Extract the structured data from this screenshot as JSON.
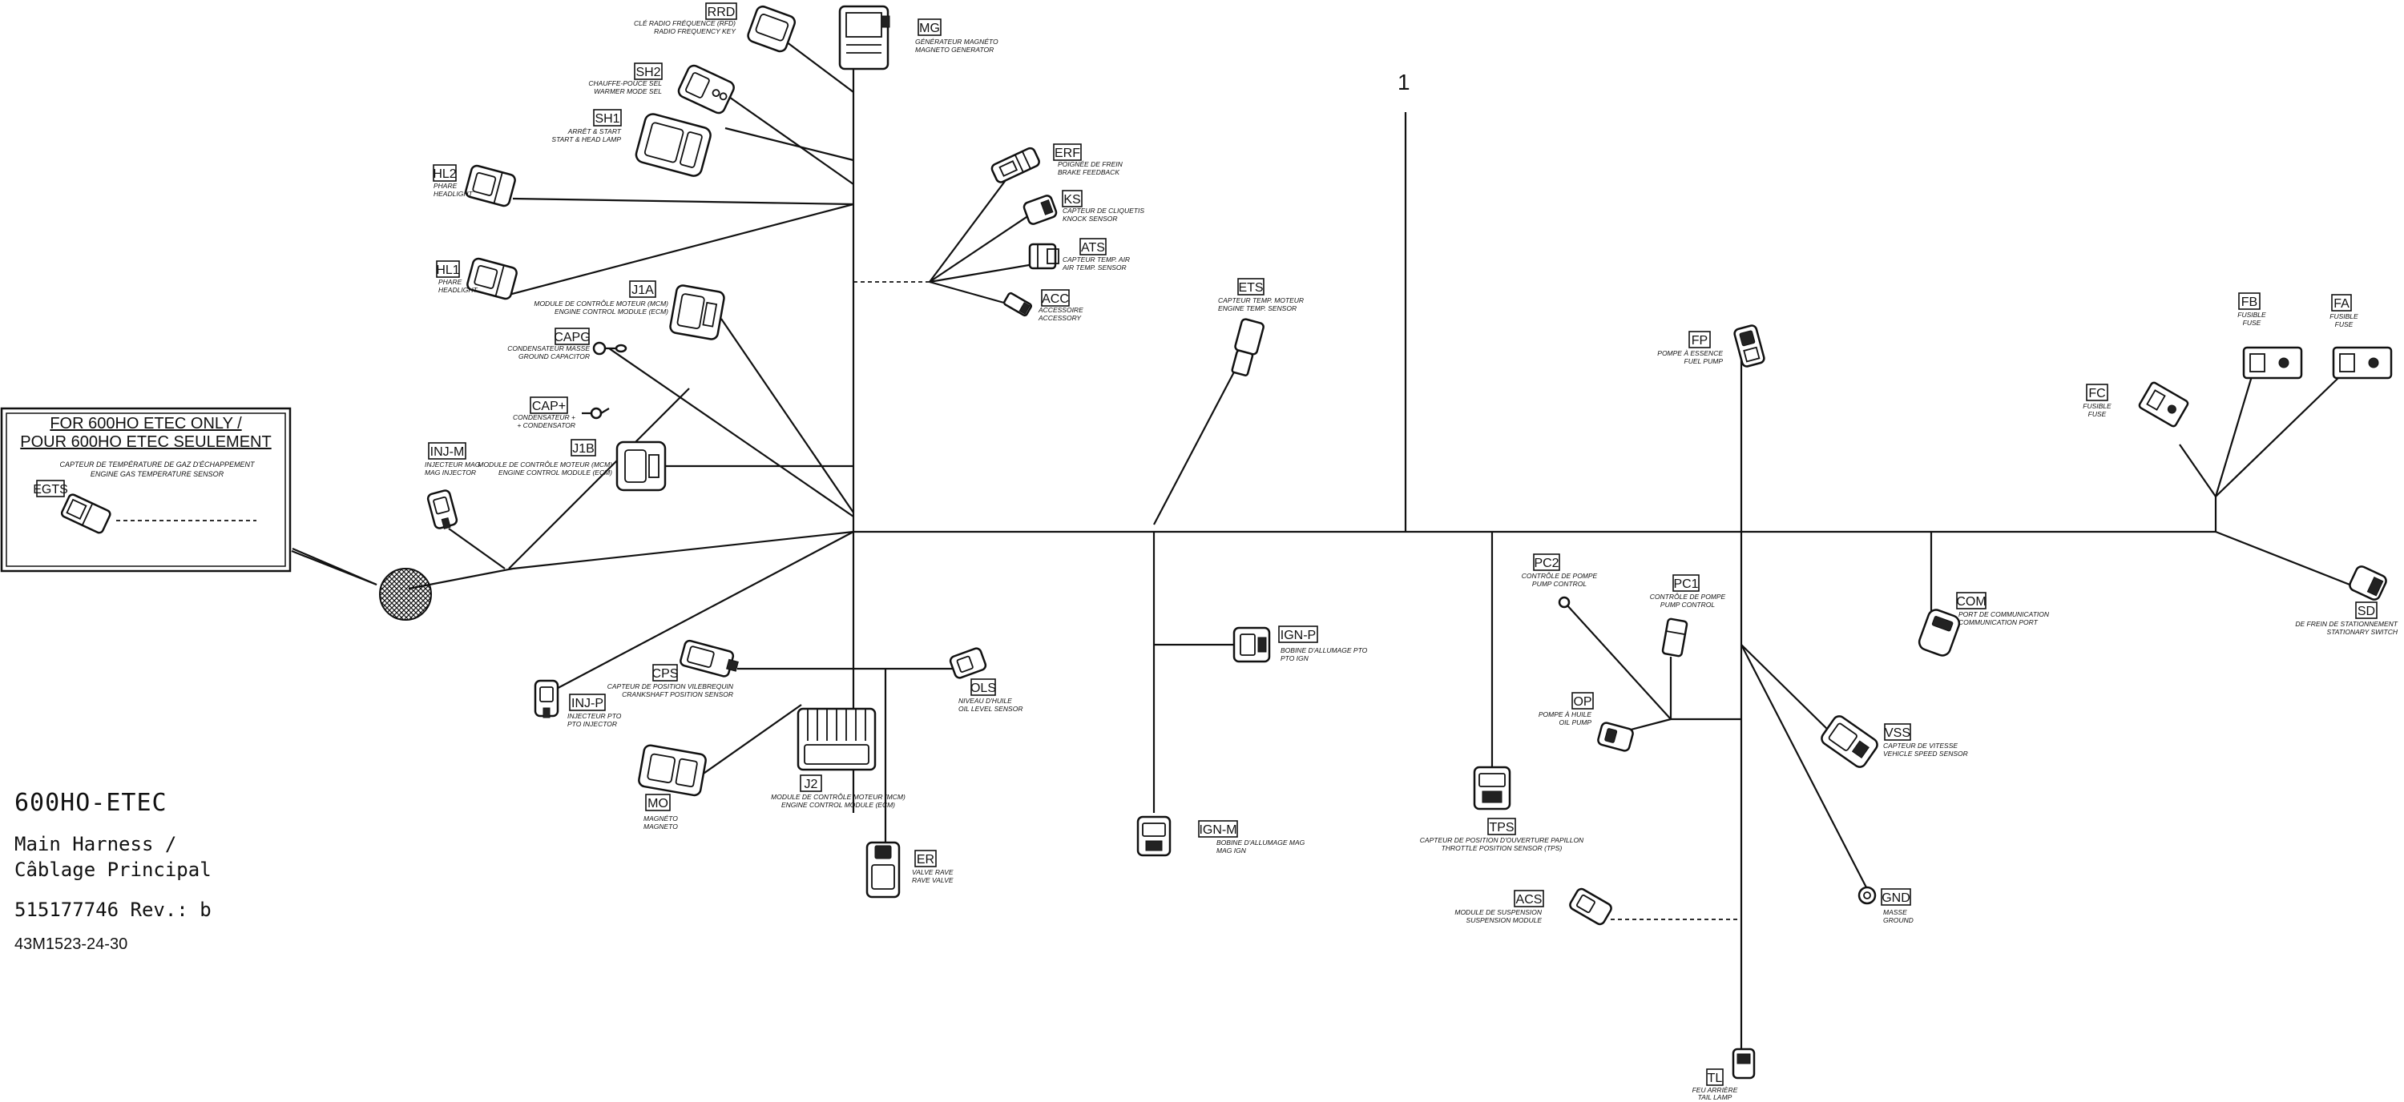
{
  "diagram": {
    "section_number": "1",
    "note_box": {
      "title_line1": "FOR 600HO ETEC ONLY /",
      "title_line2": "POUR 600HO ETEC SEULEMENT",
      "description_fr": "CAPTEUR DE TEMPÉRATURE DE GAZ D'ÉCHAPPEMENT",
      "description_en": "ENGINE GAS TEMPERATURE SENSOR",
      "connector_code": "EGTS"
    },
    "connectors": {
      "RRD": {
        "code": "RRD",
        "fr": "CLÉ RADIO FRÉQUENCE (RFD)",
        "en": "RADIO FREQUENCY KEY"
      },
      "MG": {
        "code": "MG",
        "fr": "GÉNÉRATEUR MAGNÉTO",
        "en": "MAGNETO GENERATOR"
      },
      "SH2": {
        "code": "SH2",
        "fr": "CHAUFFE-POUCE SEL",
        "en": "WARMER MODE SEL"
      },
      "SH1": {
        "code": "SH1",
        "fr": "ARRÊT & START",
        "en": "START & HEAD LAMP"
      },
      "HL2": {
        "code": "HL2",
        "fr": "PHARE",
        "en": "HEADLIGHT"
      },
      "HL1": {
        "code": "HL1",
        "fr": "PHARE",
        "en": "HEADLIGHT"
      },
      "ERF": {
        "code": "ERF",
        "fr": "POIGNÉE DE FREIN",
        "en": "BRAKE FEEDBACK"
      },
      "KS": {
        "code": "KS",
        "fr": "CAPTEUR DE CLIQUETIS",
        "en": "KNOCK SENSOR"
      },
      "ATS": {
        "code": "ATS",
        "fr": "CAPTEUR TEMP. AIR",
        "en": "AIR TEMP. SENSOR"
      },
      "ACC": {
        "code": "ACC",
        "fr": "ACCESSOIRE",
        "en": "ACCESSORY"
      },
      "J1A": {
        "code": "J1A",
        "fr": "MODULE DE CONTRÔLE MOTEUR (MCM)",
        "en": "ENGINE CONTROL MODULE (ECM)"
      },
      "CAPG": {
        "code": "CAPG",
        "fr": "CONDENSATEUR MASSE",
        "en": "GROUND CAPACITOR"
      },
      "CAP+": {
        "code": "CAP+",
        "fr": "CONDENSATEUR +",
        "en": "+ CONDENSATOR"
      },
      "J1B": {
        "code": "J1B",
        "fr": "MODULE DE CONTRÔLE MOTEUR (MCM)",
        "en": "ENGINE CONTROL MODULE (ECM)"
      },
      "INJ-M": {
        "code": "INJ-M",
        "fr": "INJECTEUR MAG",
        "en": "MAG INJECTOR"
      },
      "INJ-P": {
        "code": "INJ-P",
        "fr": "INJECTEUR PTO",
        "en": "PTO INJECTOR"
      },
      "CPS": {
        "code": "CPS",
        "fr": "CAPTEUR DE POSITION VILEBREQUIN",
        "en": "CRANKSHAFT POSITION SENSOR"
      },
      "OLS": {
        "code": "OLS",
        "fr": "NIVEAU D'HUILE",
        "en": "OIL LEVEL SENSOR"
      },
      "J2": {
        "code": "J2",
        "fr": "MODULE DE CONTRÔLE MOTEUR (MCM)",
        "en": "ENGINE CONTROL MODULE (ECM)"
      },
      "MO": {
        "code": "MO",
        "fr": "MAGNÉTO",
        "en": "MAGNETO"
      },
      "ER": {
        "code": "ER",
        "fr": "VALVE RAVE",
        "en": "RAVE VALVE"
      },
      "ETS": {
        "code": "ETS",
        "fr": "CAPTEUR TEMP. MOTEUR",
        "en": "ENGINE TEMP. SENSOR"
      },
      "IGN-P": {
        "code": "IGN-P",
        "fr": "BOBINE D'ALLUMAGE PTO",
        "en": "PTO IGN"
      },
      "IGN-M": {
        "code": "IGN-M",
        "fr": "BOBINE D'ALLUMAGE MAG",
        "en": "MAG IGN"
      },
      "FP": {
        "code": "FP",
        "fr": "POMPE À ESSENCE",
        "en": "FUEL PUMP"
      },
      "PC2": {
        "code": "PC2",
        "fr": "CONTRÔLE DE POMPE",
        "en": "PUMP CONTROL"
      },
      "PC1": {
        "code": "PC1",
        "fr": "CONTRÔLE DE POMPE",
        "en": "PUMP CONTROL"
      },
      "OP": {
        "code": "OP",
        "fr": "POMPE À HUILE",
        "en": "OIL PUMP"
      },
      "TPS": {
        "code": "TPS",
        "fr": "CAPTEUR DE POSITION D'OUVERTURE PAPILLON",
        "en": "THROTTLE POSITION SENSOR (TPS)"
      },
      "ACS": {
        "code": "ACS",
        "fr": "MODULE DE SUSPENSION",
        "en": "SUSPENSION MODULE"
      },
      "COM": {
        "code": "COM",
        "fr": "PORT DE COMMUNICATION",
        "en": "COMMUNICATION PORT"
      },
      "VSS": {
        "code": "VSS",
        "fr": "CAPTEUR DE VITESSE",
        "en": "VEHICLE SPEED SENSOR"
      },
      "GND": {
        "code": "GND",
        "fr": "MASSE",
        "en": "GROUND"
      },
      "TL": {
        "code": "TL",
        "fr": "FEU ARRIÈRE",
        "en": "TAIL LAMP"
      },
      "FB": {
        "code": "FB",
        "fr": "FUSIBLE",
        "en": "FUSE"
      },
      "FA": {
        "code": "FA",
        "fr": "FUSIBLE",
        "en": "FUSE"
      },
      "FC": {
        "code": "FC",
        "fr": "FUSIBLE",
        "en": "FUSE"
      },
      "SD": {
        "code": "SD",
        "fr": "DE FREIN DE STATIONNEMENT",
        "en": "STATIONARY SWITCH"
      }
    }
  },
  "title_block": {
    "model": "600HO-ETEC",
    "name_line1": "Main Harness /",
    "name_line2": "Câblage Principal",
    "part_number": "515177746 Rev.: b",
    "reference": "43M1523-24-30"
  }
}
